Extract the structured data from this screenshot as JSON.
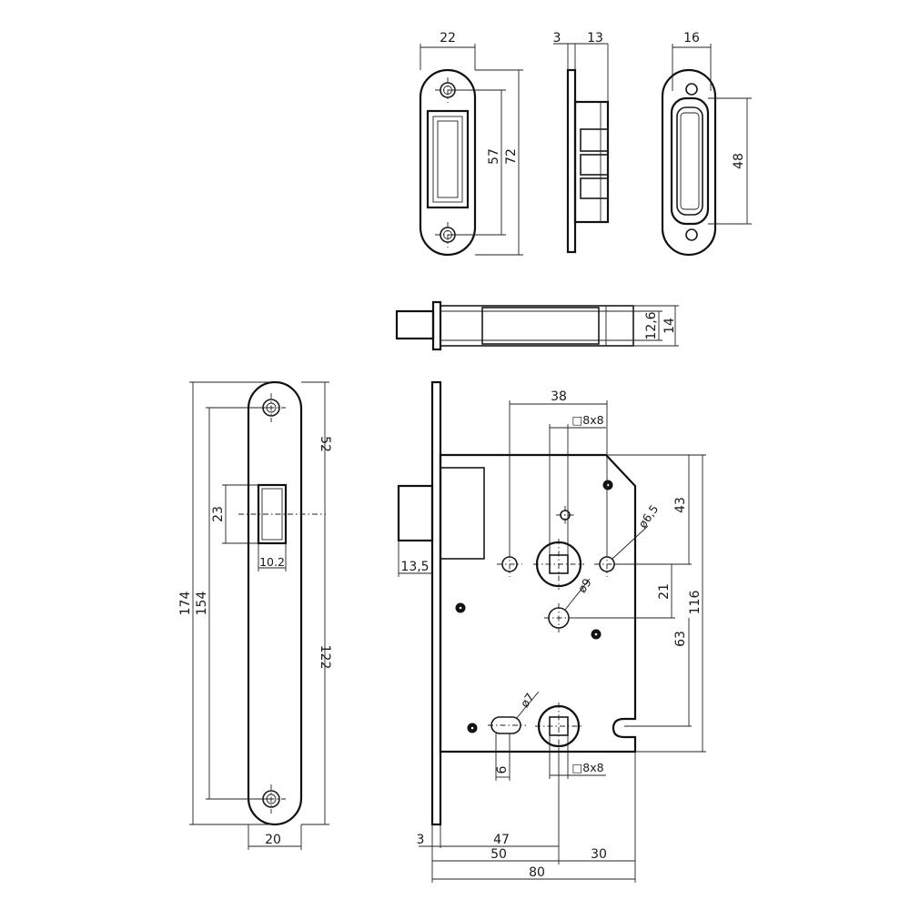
{
  "strike_front": {
    "width": "22",
    "hole_spacing": "57",
    "height": "72"
  },
  "strike_side": {
    "plate": "3",
    "depth": "13"
  },
  "strike_rear": {
    "width": "16",
    "height": "48"
  },
  "latch_side": {
    "inner": "12,6",
    "outer": "14"
  },
  "faceplate": {
    "total_height": "174",
    "screw_spacing": "154",
    "upper": "52",
    "opening_height": "23",
    "opening_width": "10.2",
    "lower": "122",
    "width": "20"
  },
  "lock_body": {
    "spindle_to_key": "38",
    "spindle_square": "□8x8",
    "hole_small": "ø6,5",
    "hole_follower": "ø9",
    "slot_hole": "ø7",
    "dist_43": "43",
    "dist_116": "116",
    "dist_21": "21",
    "dist_63": "63",
    "latch_projection": "13,5",
    "slot_width": "6",
    "key_square": "□8x8",
    "plate_thickness": "3",
    "backset_47": "47",
    "backset_50": "50",
    "rear_30": "30",
    "case_80": "80"
  }
}
